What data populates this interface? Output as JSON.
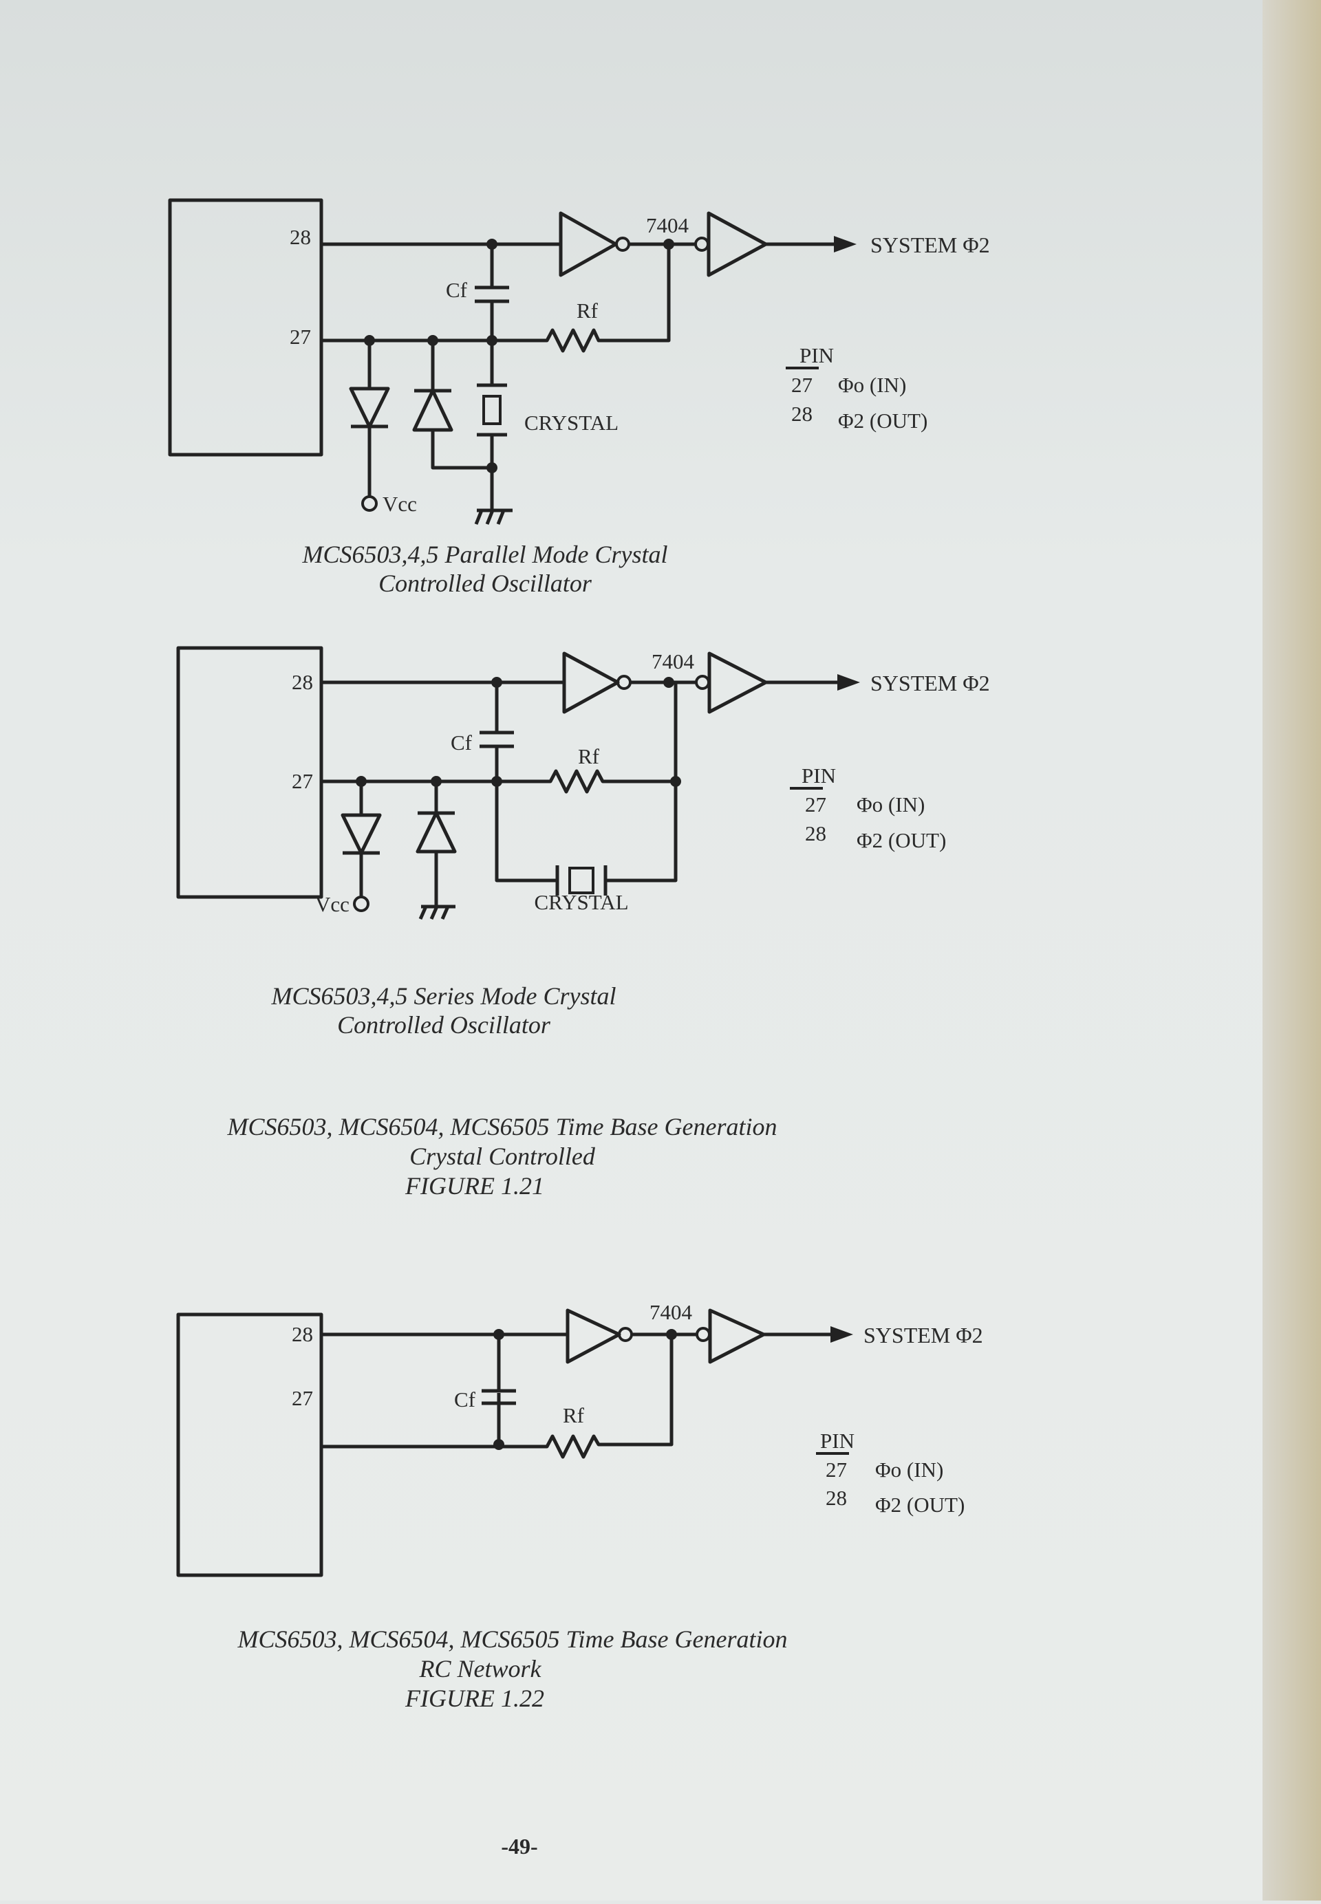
{
  "common": {
    "gate": "7404",
    "pin28": "28",
    "pin27": "27",
    "cf": "Cf",
    "rf": "Rf",
    "system_out": "SYSTEM Φ2",
    "crystal": "CRYSTAL",
    "vcc": "Vcc",
    "pin_header": "PIN",
    "pin_table": [
      {
        "pin": "27",
        "signal": "Φo (IN)"
      },
      {
        "pin": "28",
        "signal": "Φ2 (OUT)"
      }
    ]
  },
  "figure_1_21": {
    "parallel_caption": [
      "MCS6503,4,5 Parallel Mode Crystal",
      "Controlled Oscillator"
    ],
    "series_caption": [
      "MCS6503,4,5 Series Mode Crystal",
      "Controlled Oscillator"
    ],
    "title": [
      "MCS6503, MCS6504, MCS6505 Time Base Generation",
      "Crystal Controlled",
      "FIGURE 1.21"
    ]
  },
  "figure_1_22": {
    "title": [
      "MCS6503, MCS6504, MCS6505 Time Base Generation",
      "RC Network",
      "FIGURE 1.22"
    ]
  },
  "page_number": "-49-"
}
